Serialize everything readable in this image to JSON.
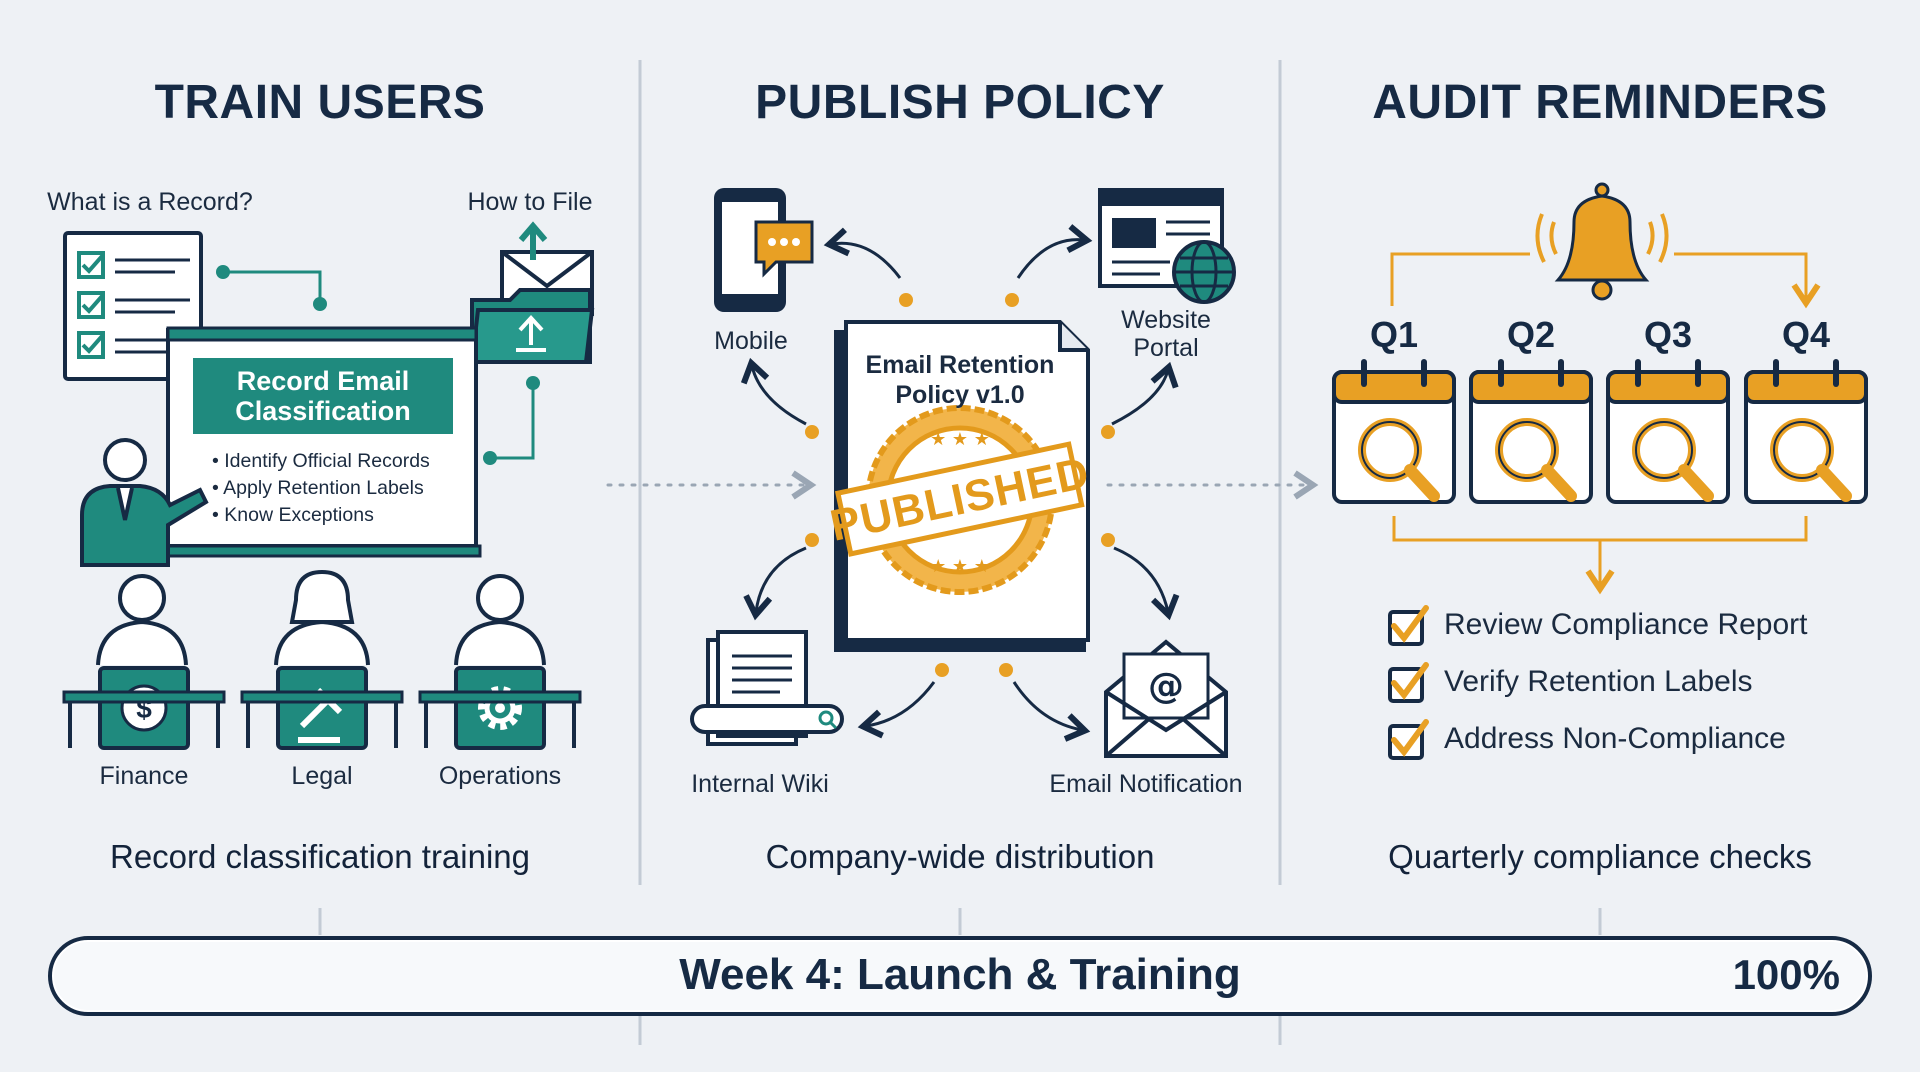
{
  "colors": {
    "navy": "#162a44",
    "teal": "#1f8a7e",
    "orange": "#e8a024",
    "bg": "#eef1f5"
  },
  "train": {
    "title": "TRAIN USERS",
    "what_label": "What is a Record?",
    "how_label": "How to File",
    "board_title_1": "Record Email",
    "board_title_2": "Classification",
    "bullets": [
      "Identify Official Records",
      "Apply Retention Labels",
      "Know Exceptions"
    ],
    "desks": [
      {
        "label": "Finance",
        "icon": "dollar-icon"
      },
      {
        "label": "Legal",
        "icon": "gavel-icon"
      },
      {
        "label": "Operations",
        "icon": "gear-icon"
      }
    ],
    "caption": "Record classification training"
  },
  "publish": {
    "title": "PUBLISH POLICY",
    "doc_title_1": "Email Retention",
    "doc_title_2": "Policy v1.0",
    "stamp": "PUBLISHED",
    "channels": {
      "mobile": "Mobile",
      "website_1": "Website",
      "website_2": "Portal",
      "wiki": "Internal Wiki",
      "email": "Email Notification"
    },
    "caption": "Company-wide distribution"
  },
  "audit": {
    "title": "AUDIT REMINDERS",
    "quarters": [
      "Q1",
      "Q2",
      "Q3",
      "Q4"
    ],
    "checks": [
      "Review Compliance Report",
      "Verify Retention Labels",
      "Address Non-Compliance"
    ],
    "caption": "Quarterly compliance checks"
  },
  "progress": {
    "label": "Week 4: Launch & Training",
    "percent_text": "100%",
    "value": 1.0
  }
}
